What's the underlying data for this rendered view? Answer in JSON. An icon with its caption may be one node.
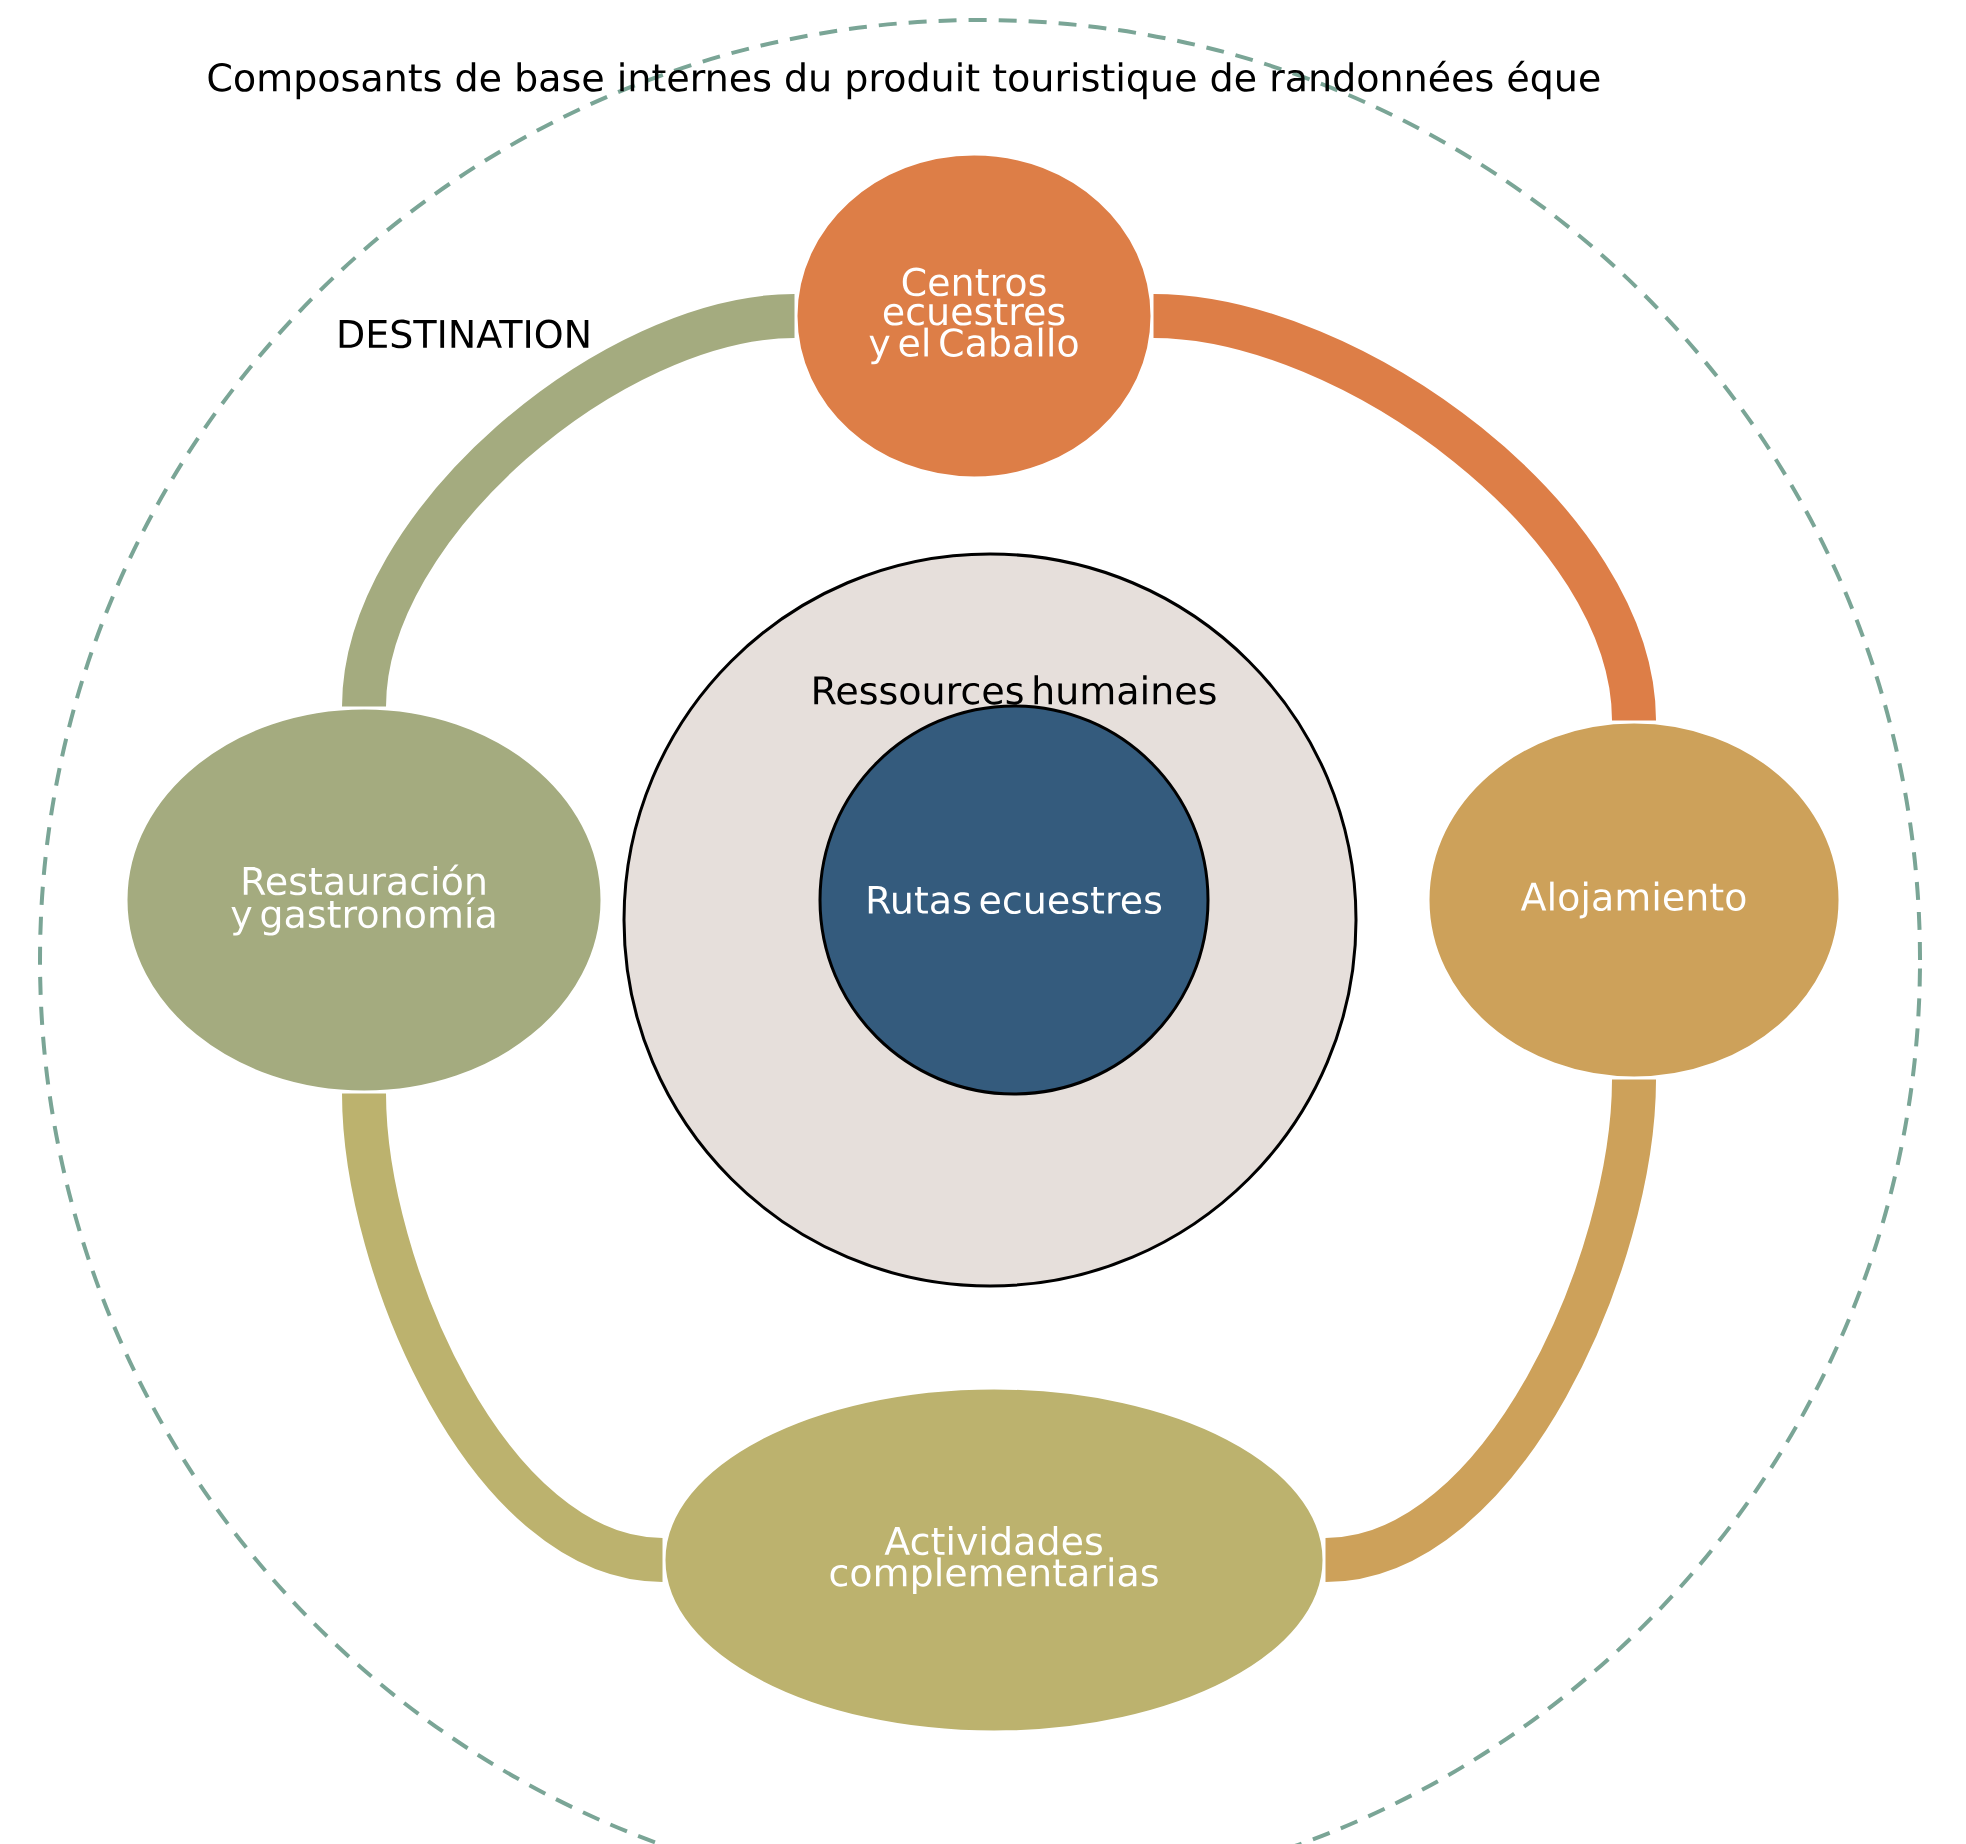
{
  "diagram": {
    "title": "Composants de base internes du produit touristique de randonnées éque",
    "nodes": [
      {
        "text": [
          "DESTINATION"
        ]
      },
      {
        "text": [
          "Centros ecuestres y el Caballo"
        ],
        "in": 0
      },
      {
        "text": [
          "Alojamiento"
        ],
        "in": 0
      },
      {
        "text": [
          "Actividades complementarias"
        ],
        "in": 0
      },
      {
        "text": [
          "Restauración y gastronomía"
        ],
        "in": 0
      },
      {
        "text": [
          "Ressources humaines"
        ],
        "in": 0
      },
      {
        "text": [
          "Rutas ecuestres"
        ],
        "in": 5
      }
    ],
    "edges": [
      {
        "from": 1,
        "to": 2,
        "arrow": "none",
        "color": "#dd7e47"
      },
      {
        "from": 2,
        "to": 3,
        "arrow": "none",
        "color": "#cda15a"
      },
      {
        "from": 3,
        "to": 4,
        "arrow": "none",
        "color": "#bcb26e"
      },
      {
        "from": 4,
        "to": 1,
        "arrow": "none",
        "color": "#a4ab7f"
      }
    ]
  }
}
